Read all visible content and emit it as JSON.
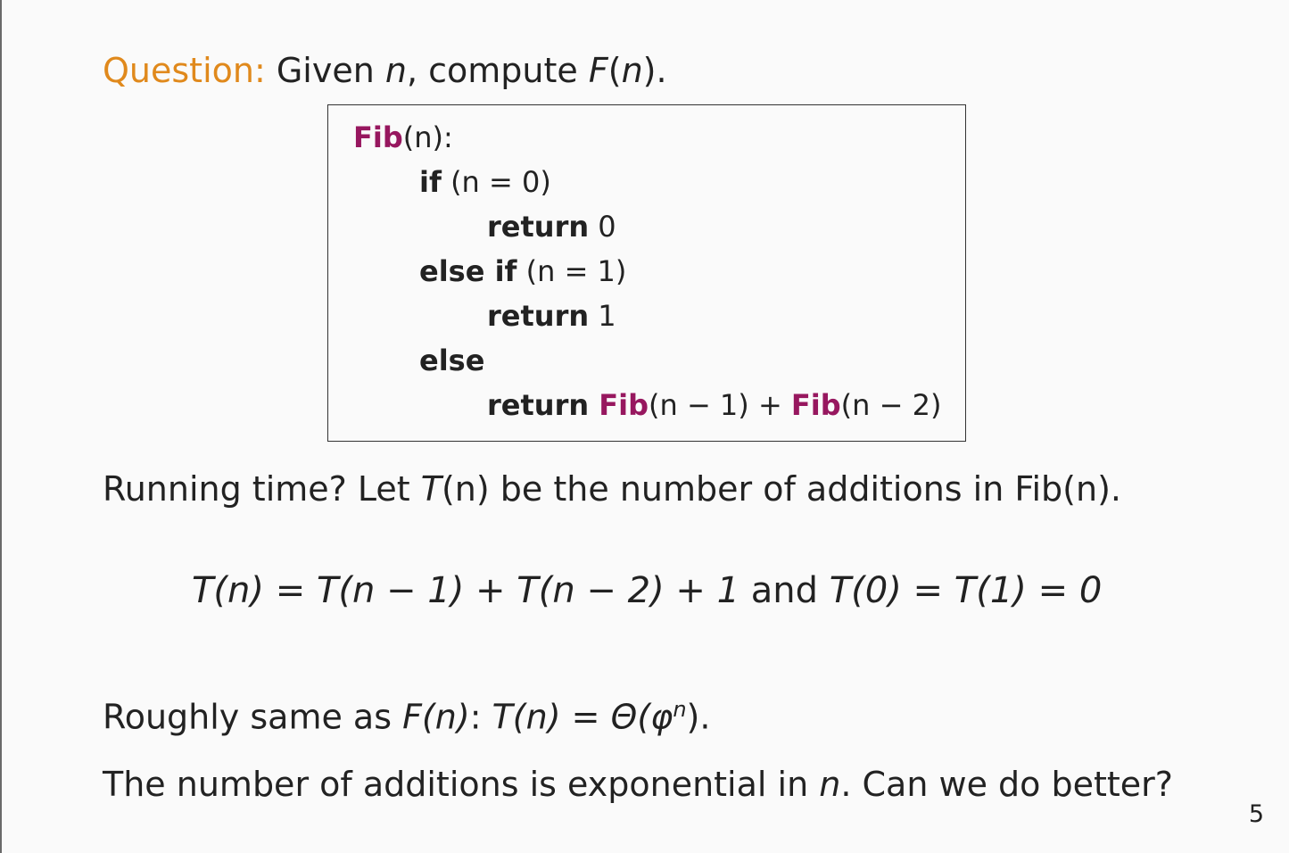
{
  "question": {
    "label": "Question:",
    "text_before": " Given ",
    "n": "n",
    "text_mid": ", compute ",
    "F": "F",
    "paren_n": "(",
    "n2": "n",
    "close": ")."
  },
  "code": {
    "line1": {
      "fn": "Fib",
      "args": "(n):"
    },
    "line2": {
      "kw": "if",
      "cond": " (n = 0)"
    },
    "line3": {
      "kw": "return",
      "value": " 0"
    },
    "line4": {
      "kw1": "else",
      "kw2": " if",
      "cond": " (n = 1)"
    },
    "line5": {
      "kw": "return",
      "value": " 1"
    },
    "line6": {
      "kw": "else"
    },
    "line7": {
      "kw": "return",
      "fn1": " Fib",
      "args1": "(n − 1)",
      "plus": "  +  ",
      "fn2": "Fib",
      "args2": "(n − 2)"
    }
  },
  "running": {
    "text1": "Running time? Let ",
    "T": "T",
    "n_paren": "(n)",
    "text2": " be the number of additions in Fib(n)."
  },
  "recurrence": {
    "lhs": "T(n) = T(n − 1) + T(n − 2) + 1",
    "and": " and ",
    "rhs": "T(0) = T(1) = 0"
  },
  "roughly": {
    "text1": "Roughly same as ",
    "Fn": "F(n)",
    "colon": ":  ",
    "Tn": "T(n) = Θ(φ",
    "sup": "n",
    "close": ")."
  },
  "additions": {
    "text1": "The number of additions is exponential in ",
    "n": "n",
    "text2": ". Can we do better?"
  },
  "page_number": "5"
}
